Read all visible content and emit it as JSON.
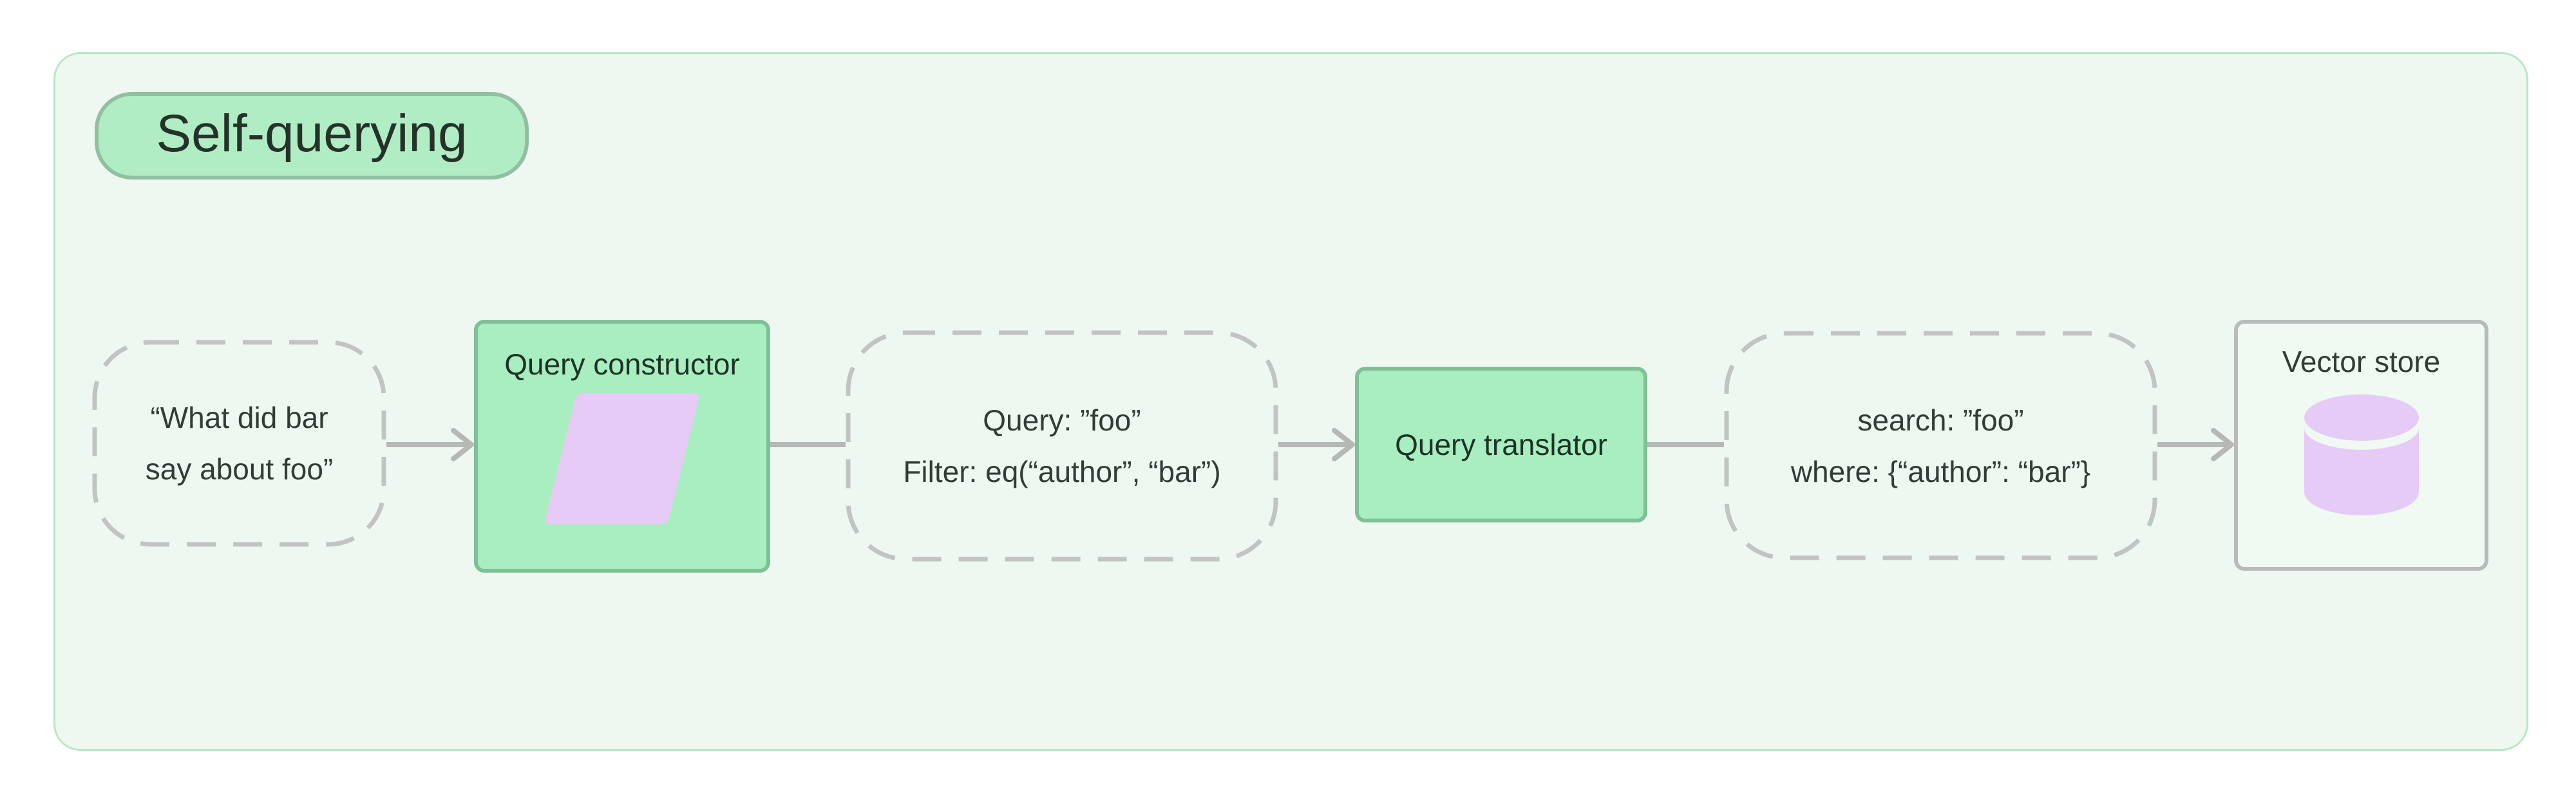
{
  "title_badge": {
    "label": "Self-querying"
  },
  "nodes": {
    "user_query": {
      "type": "dashed",
      "lines": [
        "“What did bar",
        "say about foo”"
      ]
    },
    "query_constructor": {
      "type": "solid-green",
      "label": "Query constructor",
      "icon": "parallelogram-icon"
    },
    "constructed_query": {
      "type": "dashed",
      "lines": [
        "Query: ”foo”",
        "Filter: eq(“author”, “bar”)"
      ]
    },
    "query_translator": {
      "type": "solid-green",
      "label": "Query translator"
    },
    "translated_query": {
      "type": "dashed",
      "lines": [
        "search: ”foo”",
        "where: {“author”: “bar”}"
      ]
    },
    "vector_store": {
      "type": "outlined",
      "label": "Vector store",
      "icon": "database-icon"
    }
  },
  "connectors": [
    {
      "from": "user_query",
      "to": "query_constructor",
      "arrowhead": true
    },
    {
      "from": "query_constructor",
      "to": "constructed_query",
      "arrowhead": false
    },
    {
      "from": "constructed_query",
      "to": "query_translator",
      "arrowhead": true
    },
    {
      "from": "query_translator",
      "to": "translated_query",
      "arrowhead": false
    },
    {
      "from": "translated_query",
      "to": "vector_store",
      "arrowhead": true
    }
  ],
  "colors": {
    "page-bg": "#ffffff",
    "container-bg": "#eef8f1",
    "container-border": "#b9e7c7",
    "badge-bg": "#b1edc4",
    "badge-border": "#92bfa2",
    "green-fill": "#a8eec0",
    "green-border": "#7fc096",
    "dash-stroke": "#c1c4c1",
    "connector": "#b5b8b5",
    "lavender": "#e6cbf7",
    "outline-border": "#b8bbb8",
    "outline-bg": "#f0f9f2",
    "text": "#333b35",
    "green-text": "#1f3226",
    "title-text": "#253229"
  }
}
